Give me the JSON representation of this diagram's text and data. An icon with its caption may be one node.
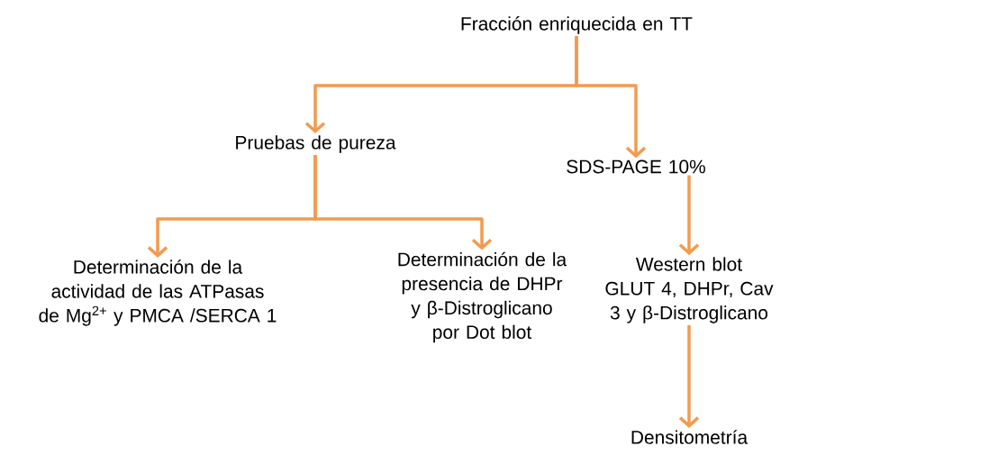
{
  "diagram": {
    "nodes": [
      {
        "text": [
          "Fracción enriquecida en TT"
        ]
      },
      {
        "text": [
          "Pruebas de pureza"
        ]
      },
      {
        "text": [
          "SDS-PAGE 10%"
        ]
      },
      {
        "text": [
          "Determinación de la actividad de las ATPasas de Mg$^{2+}$ y PMCA /SERCA 1"
        ]
      },
      {
        "text": [
          "Determinación de la presencia de DHPr y β-Distroglicano por Dot blot"
        ]
      },
      {
        "text": [
          "Western blot",
          "GLUT 4, DHPr, Cav 3 y β-Distroglicano"
        ]
      },
      {
        "text": [
          "Densitometría"
        ]
      }
    ],
    "edges": [
      {
        "from": 0,
        "to": 1,
        "arrow": "to"
      },
      {
        "from": 0,
        "to": 2,
        "arrow": "to"
      },
      {
        "from": 1,
        "to": 3,
        "arrow": "to"
      },
      {
        "from": 1,
        "to": 4,
        "arrow": "to"
      },
      {
        "from": 2,
        "to": 5,
        "arrow": "to"
      },
      {
        "from": 5,
        "to": 6,
        "arrow": "to"
      }
    ]
  }
}
